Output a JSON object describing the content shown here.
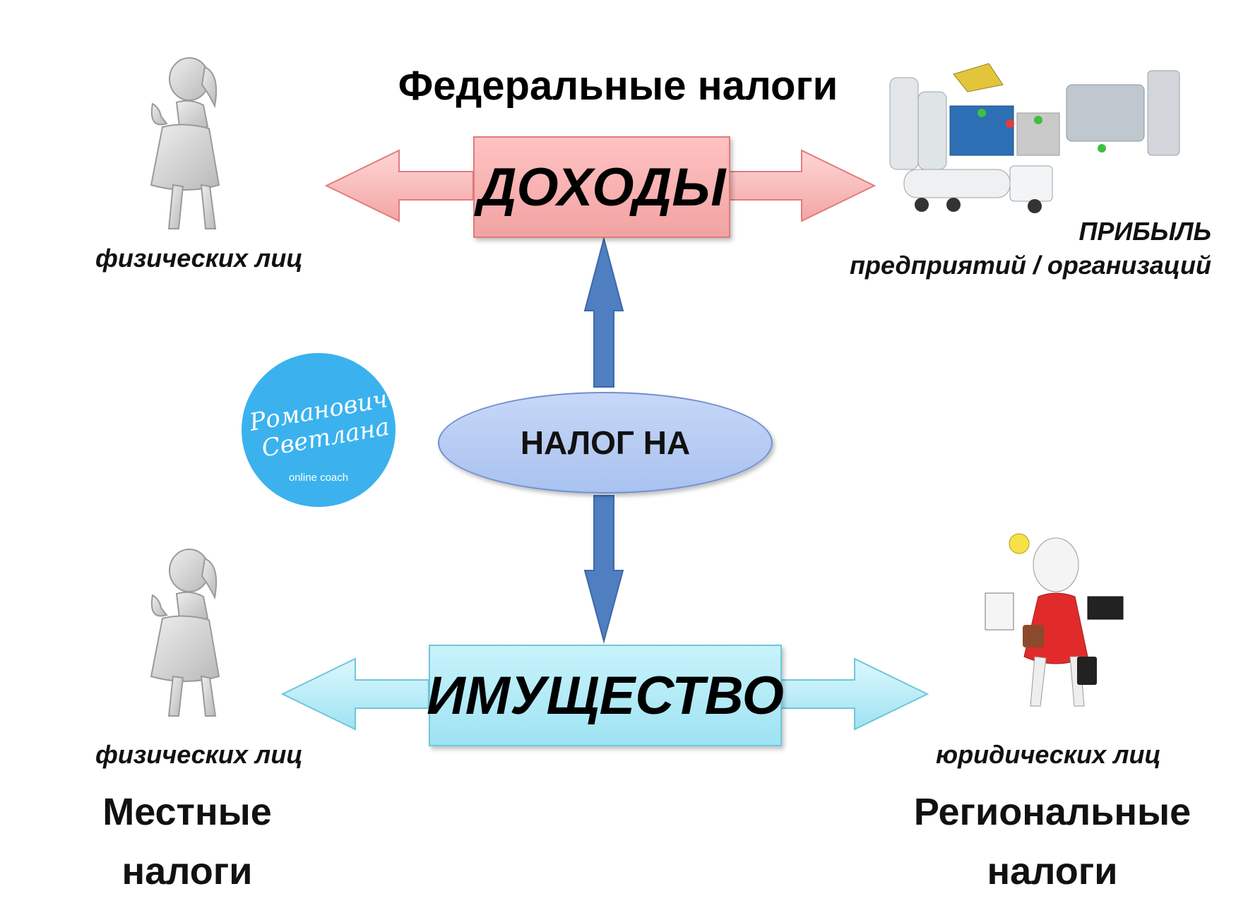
{
  "header": {
    "title": "Федеральные налоги"
  },
  "center": {
    "label": "НАЛОГ НА"
  },
  "boxes": {
    "income": "ДОХОДЫ",
    "property": "ИМУЩЕСТВО"
  },
  "labels": {
    "top_left": "физических лиц",
    "top_right_line1": "ПРИБЫЛЬ",
    "top_right_line2": "предприятий / организаций",
    "bottom_left": "физических лиц",
    "bottom_right": "юридических лиц"
  },
  "groups": {
    "local_line1": "Местные",
    "local_line2": "налоги",
    "regional_line1": "Региональные",
    "regional_line2": "налоги"
  },
  "logo": {
    "line1": "Романович",
    "line2": "Светлана",
    "caption": "online coach",
    "color": "#3bb2ee"
  },
  "colors": {
    "income_arrow": "#f6b8b8",
    "property_arrow": "#b5ecf7",
    "vertical_arrow": "#4f7fc1"
  }
}
